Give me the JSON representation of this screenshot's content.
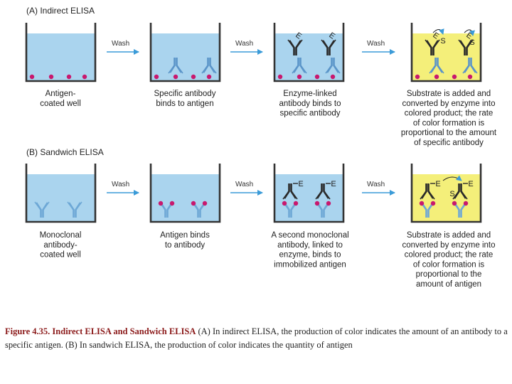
{
  "sections": [
    {
      "title": "(A)  Indirect ELISA",
      "wash_labels": [
        "Wash",
        "Wash",
        "Wash"
      ],
      "captions": [
        [
          "Antigen-",
          "coated well"
        ],
        [
          "Specific antibody",
          "binds to antigen"
        ],
        [
          "Enzyme-linked",
          "antibody binds to",
          "specific antibody"
        ],
        [
          "Substrate is added and",
          "converted by enzyme into",
          "colored product; the rate",
          "of color formation is",
          "proportional to the amount",
          "of specific antibody"
        ]
      ]
    },
    {
      "title": "(B)  Sandwich ELISA",
      "wash_labels": [
        "Wash",
        "Wash",
        "Wash"
      ],
      "captions": [
        [
          "Monoclonal",
          "antibody-",
          "coated well"
        ],
        [
          "Antigen binds",
          "to antibody"
        ],
        [
          "A second monoclonal",
          "antibody, linked to",
          "enzyme, binds to",
          "immobilized antigen"
        ],
        [
          "Substrate is added and",
          "converted by enzyme into",
          "colored product; the rate",
          "of color formation is",
          "proportional to the",
          "amount of antigen"
        ]
      ]
    }
  ],
  "letters": {
    "enzyme": "E",
    "substrate": "S"
  },
  "colors": {
    "well_liquid": "#aad4ee",
    "well_wall": "#333333",
    "product_liquid": "#f4ef7a",
    "arrow": "#3b9bd8",
    "antigen": "#c8186e",
    "antibody_primary": "#5b95c9",
    "antibody_secondary": "#2a2a2a",
    "antibody_capture": "#6ea8d6"
  },
  "caption": {
    "bold": "Figure 4.35. Indirect ELISA and Sandwich ELISA",
    "text": " (A) In indirect ELISA, the production of color indicates the amount of an antibody to a specific antigen. (B) In sandwich ELISA, the production of color indicates the quantity of antigen"
  }
}
